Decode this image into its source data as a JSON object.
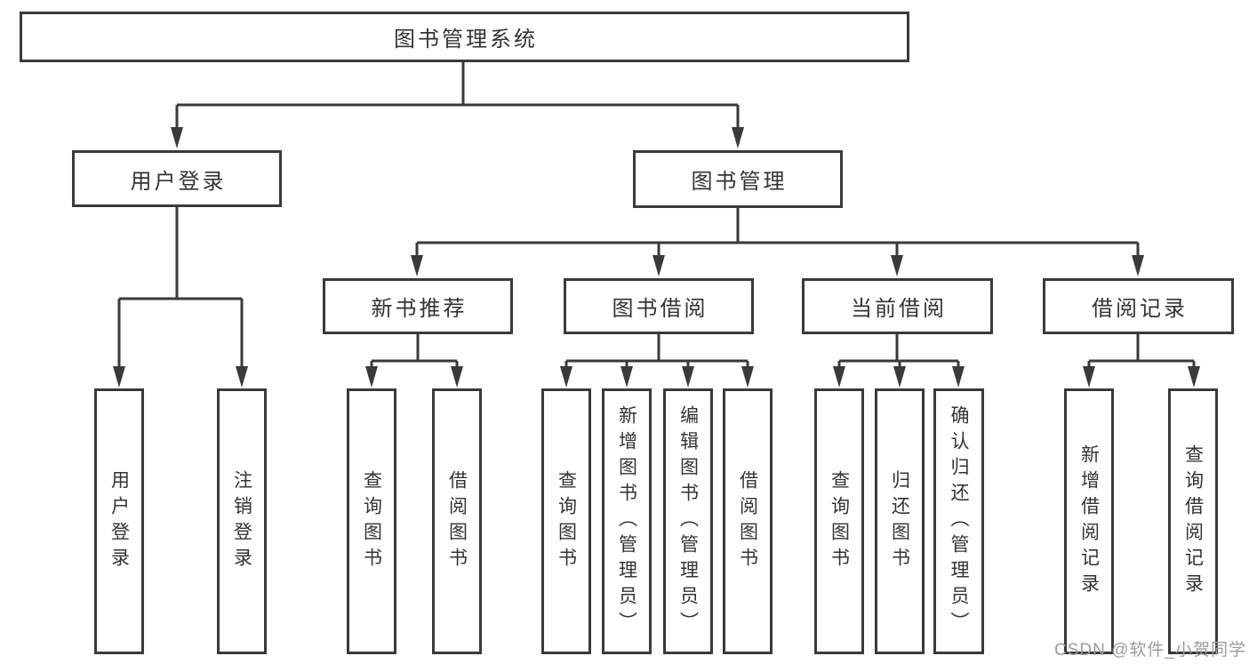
{
  "diagram": {
    "title": "图书管理系统",
    "level2": [
      {
        "label": "用户登录"
      },
      {
        "label": "图书管理"
      }
    ],
    "level3": [
      {
        "label": "新书推荐",
        "parent": "图书管理"
      },
      {
        "label": "图书借阅",
        "parent": "图书管理"
      },
      {
        "label": "当前借阅",
        "parent": "图书管理"
      },
      {
        "label": "借阅记录",
        "parent": "图书管理"
      }
    ],
    "leaves": [
      {
        "label": "用户登录",
        "parent": "用户登录"
      },
      {
        "label": "注销登录",
        "parent": "用户登录"
      },
      {
        "label": "查询图书",
        "parent": "新书推荐"
      },
      {
        "label": "借阅图书",
        "parent": "新书推荐"
      },
      {
        "label": "查询图书",
        "parent": "图书借阅"
      },
      {
        "label": "新增图书（管理员）",
        "parent": "图书借阅"
      },
      {
        "label": "编辑图书（管理员）",
        "parent": "图书借阅"
      },
      {
        "label": "借阅图书",
        "parent": "图书借阅"
      },
      {
        "label": "查询图书",
        "parent": "当前借阅"
      },
      {
        "label": "归还图书",
        "parent": "当前借阅"
      },
      {
        "label": "确认归还（管理员）",
        "parent": "当前借阅"
      },
      {
        "label": "新增借阅记录",
        "parent": "借阅记录"
      },
      {
        "label": "查询借阅记录",
        "parent": "借阅记录"
      }
    ],
    "watermark": "CSDN @软件_小贺同学",
    "colors": {
      "line": "#3a3a3a",
      "text": "#333333",
      "box_background": "#ffffff",
      "watermark": "#9b9b9b"
    }
  }
}
